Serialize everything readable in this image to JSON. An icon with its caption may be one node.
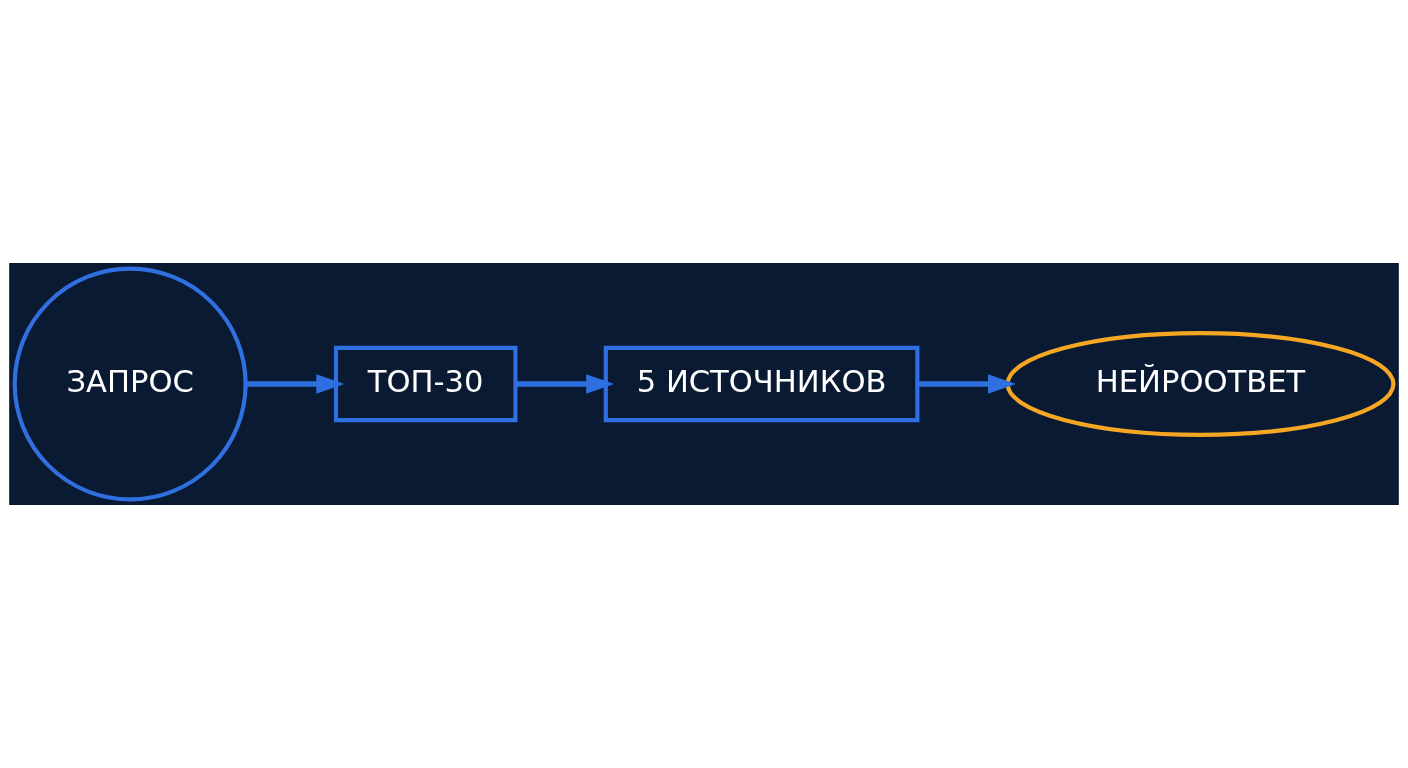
{
  "diagram": {
    "nodes": [
      {
        "text": [
          "ЗАПРОС"
        ]
      },
      {
        "text": [
          "ТОП-30"
        ]
      },
      {
        "text": [
          "5 ИСТОЧНИКОВ"
        ]
      },
      {
        "text": [
          "НЕЙРООТВЕТ"
        ]
      }
    ],
    "edges": [
      {
        "from": 0,
        "to": 1,
        "arrow": "to"
      },
      {
        "from": 1,
        "to": 2,
        "arrow": "to"
      },
      {
        "from": 2,
        "to": 3,
        "arrow": "to"
      }
    ]
  }
}
